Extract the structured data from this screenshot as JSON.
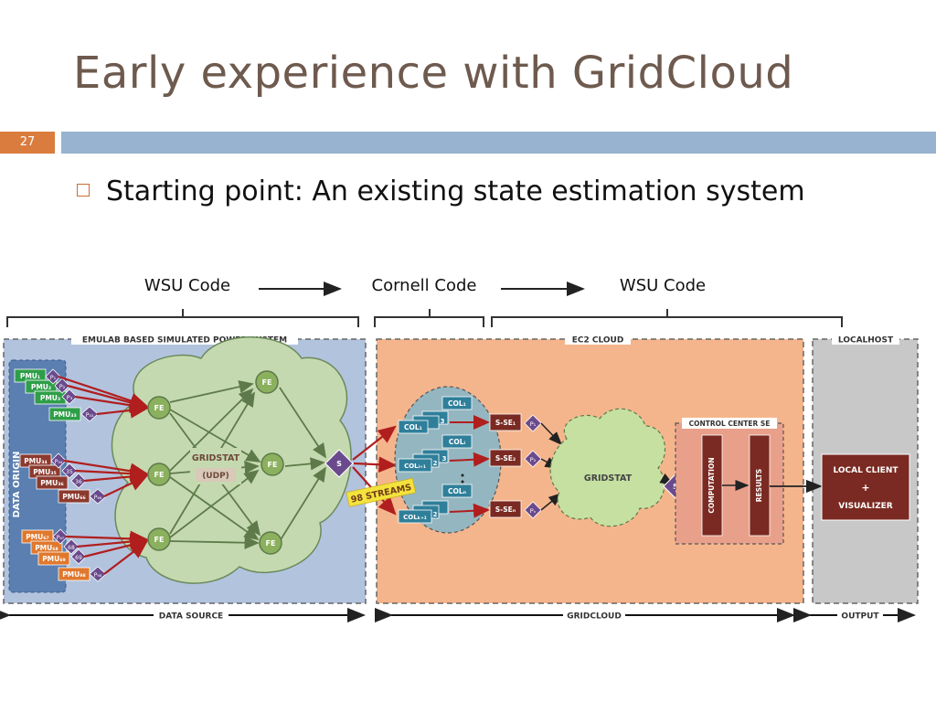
{
  "slide": {
    "title": "Early experience with GridCloud",
    "number": "27",
    "bullet": "Starting point: An existing state estimation system"
  },
  "code_labels": {
    "wsu_left": "WSU Code",
    "cornell": "Cornell Code",
    "wsu_right": "WSU Code"
  },
  "panels": {
    "emulab": "EMULAB BASED SIMULATED POWER SYSTEM",
    "ec2": "EC2 CLOUD",
    "localhost": "LOCALHOST",
    "control_center": "CONTROL CENTER SE"
  },
  "data_origin": "DATA ORIGIN",
  "pmus": {
    "g1": "PMU₁",
    "g2": "PMU₂",
    "g3": "PMU₃",
    "g33": "PMU₃₃",
    "r34": "PMU₃₄",
    "r35": "PMU₃₅",
    "r36": "PMU₃₆",
    "r66": "PMU₆₆",
    "o67": "PMU₆₇",
    "o68": "PMU₆₈",
    "o69": "PMU₆₉",
    "o98": "PMU₉₈"
  },
  "ps": {
    "p1": "P₁",
    "p2": "P₂",
    "p3": "P₃",
    "p33": "P₃₃",
    "p34": "P₃₄",
    "p35": "35",
    "p36": "36",
    "p66": "P₆₆",
    "p67": "P₆₇",
    "p68": "68",
    "p69": "69",
    "p98": "P₉₈"
  },
  "fe": "FE",
  "gridstat_left_1": "GRIDSTAT",
  "gridstat_left_2": "(UDP)",
  "s": "S",
  "streams": "98 STREAMS",
  "cols": {
    "c1": "COL₁",
    "c1b": "COL₁",
    "c3": "3",
    "ci": "COLᵢ",
    "ci1": "COLᵢ₊₁",
    "c2": "2",
    "c3b": "3",
    "cn": "COLₙ",
    "ck1": "COLₖ₊₁",
    "c2b": "2"
  },
  "sse": {
    "s1": "S-SE₁",
    "s2": "S-SE₂",
    "sn": "S-SEₙ",
    "p1": "P₁",
    "p2": "P₂",
    "pn": "Pₙ"
  },
  "gridstat_right": "GRIDSTAT",
  "computation": "COMPUTATION",
  "results": "RESULTS",
  "local_client": {
    "l1": "LOCAL CLIENT",
    "l2": "+",
    "l3": "VISUALIZER"
  },
  "bottom": {
    "data_source": "DATA SOURCE",
    "gridcloud": "GRIDCLOUD",
    "output": "OUTPUT"
  },
  "colors": {
    "title": "#6e5a4e",
    "slide_number_bg": "#d97c3d",
    "header_bar": "#97b3cf",
    "emulab_bg": "#b2c3de",
    "ec2_bg": "#f5b58c",
    "localhost_bg": "#c8c8c8",
    "cloud": "#c5d9b0",
    "node": "#8bb05e",
    "pmu_green": "#2e9e48",
    "pmu_red": "#8c3a2e",
    "pmu_orange": "#e0782d",
    "p_diamond": "#6a4a8c",
    "col_box": "#2f7f9a",
    "sse_box": "#7a2a22",
    "arrow_red": "#b01e1e",
    "streams_label": "#f4e23d"
  }
}
